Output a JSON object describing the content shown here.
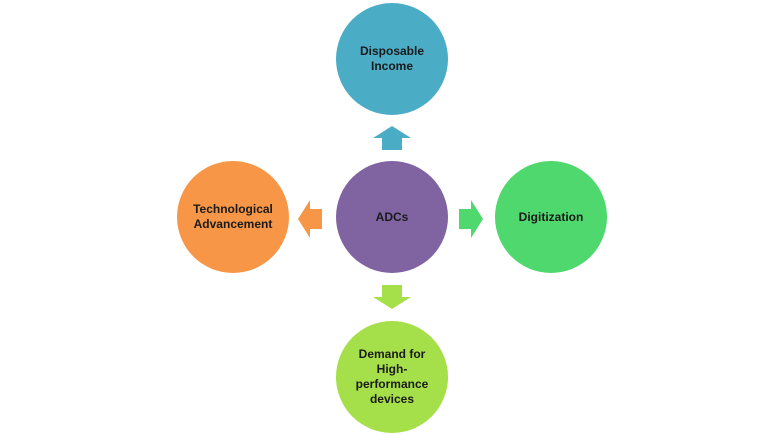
{
  "diagram": {
    "center": {
      "label": "ADCs",
      "color": "#8064a2"
    },
    "top": {
      "label": "Disposable Income",
      "color": "#4bacc6",
      "arrow_color": "#4bacc6"
    },
    "right": {
      "label": "Digitization",
      "color": "#4ed86e",
      "arrow_color": "#4ed86e"
    },
    "bottom": {
      "label": "Demand for High-performance devices",
      "color": "#a5e04a",
      "arrow_color": "#a5e04a"
    },
    "left": {
      "label": "Technological Advancement",
      "color": "#f79646",
      "arrow_color": "#f79646"
    }
  }
}
